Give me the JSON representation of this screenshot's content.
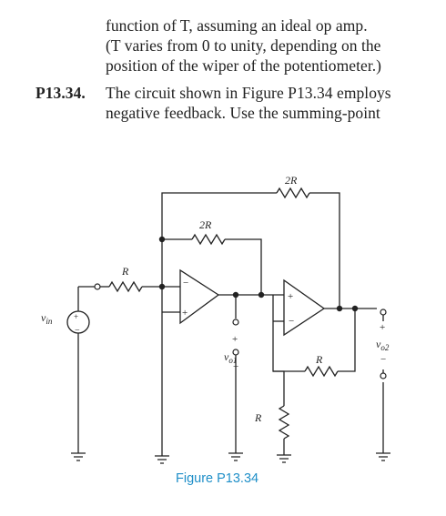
{
  "text": {
    "line1": "function of T, assuming an ideal op amp.",
    "line2": "(T varies from 0 to unity, depending on the",
    "line3": "position of the wiper of the potentiometer.)",
    "problem_number": "P13.34.",
    "line4": "The circuit shown in Figure P13.34 employs",
    "line5": "negative feedback. Use the summing-point"
  },
  "figure": {
    "caption": "Figure P13.34",
    "caption_color": "#1f8fc8",
    "labels": {
      "r_feedback_outer": "2R",
      "r_feedback_inner": "2R",
      "r_input": "R",
      "r_second_feedback": "R",
      "r_pot": "R",
      "vin": "v",
      "vin_sub": "in",
      "vo1": "v",
      "vo1_sub": "o1",
      "vo2": "v",
      "vo2_sub": "o2",
      "plus": "+",
      "minus": "−"
    }
  }
}
